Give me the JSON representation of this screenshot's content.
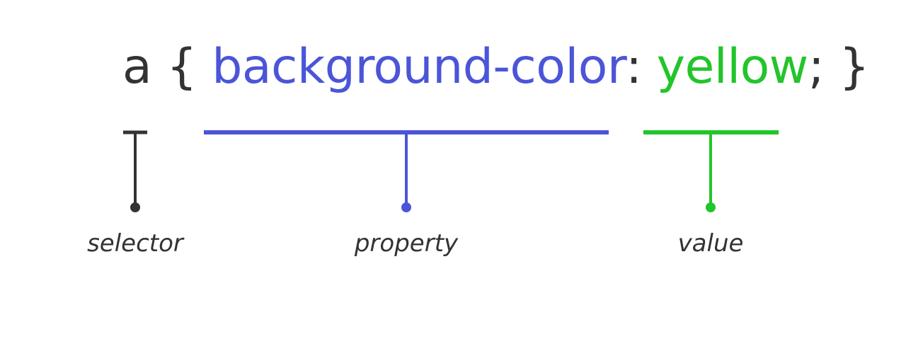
{
  "code": {
    "selector": "a",
    "open_brace": "{",
    "property": "background-color",
    "colon": ":",
    "value": "yellow",
    "semicolon": ";",
    "close_brace": "}"
  },
  "labels": {
    "selector": "selector",
    "property": "property",
    "value": "value"
  },
  "colors": {
    "selector": "#333333",
    "property": "#4a55d8",
    "value": "#22c52b",
    "background": "#ffffff"
  }
}
